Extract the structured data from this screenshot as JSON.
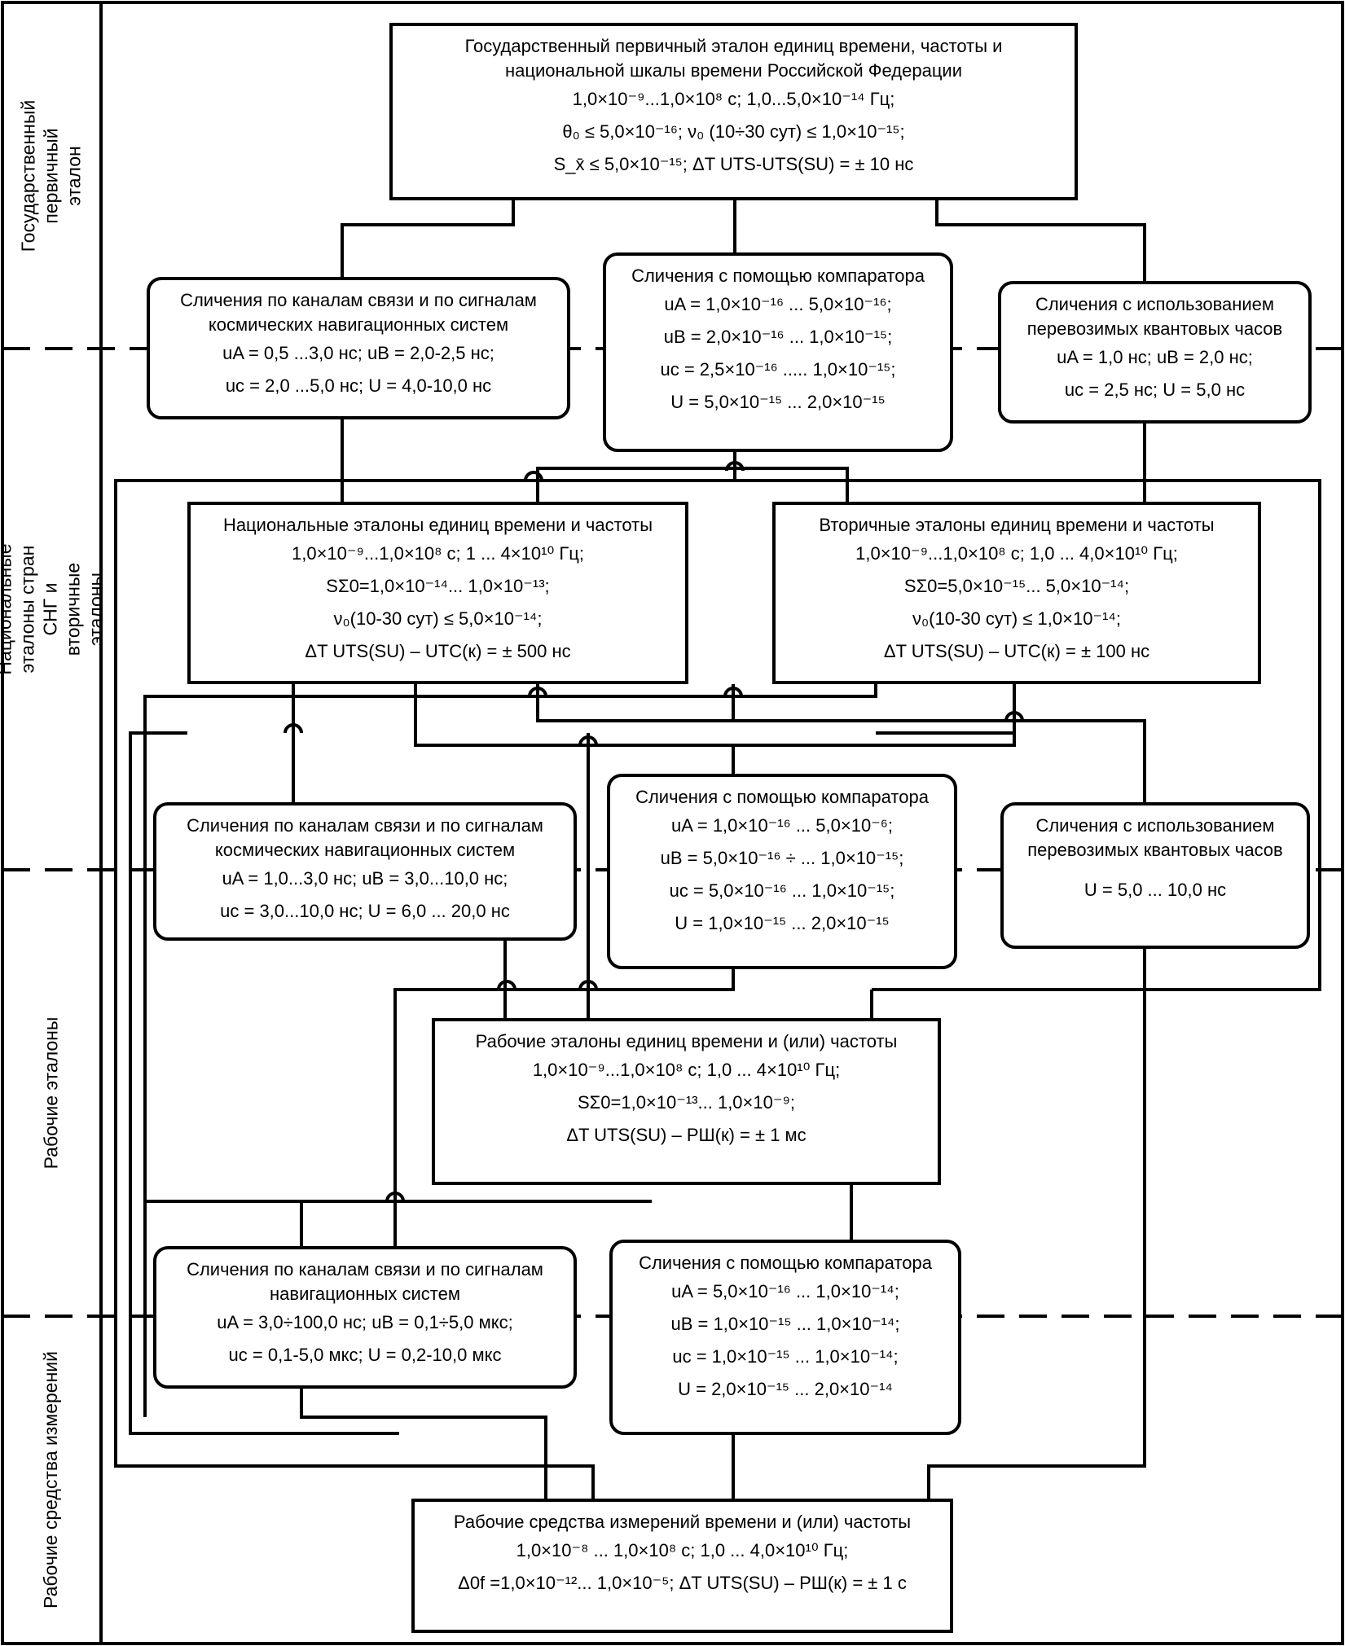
{
  "levels": [
    "Государственный первичный эталон",
    "Национальные эталоны стран СНГ и вторичные эталоны",
    "Рабочие эталоны",
    "Рабочие средства измерений"
  ],
  "boxes": {
    "primary": {
      "title": "Государственный первичный эталон единиц времени, частоты и национальной шкалы времени Российской Федерации",
      "lines": [
        "1,0×10⁻⁹...1,0×10⁸ с; 1,0...5,0×10⁻¹⁴ Гц;",
        "θ₀ ≤ 5,0×10⁻¹⁶; ν₀ (10÷30 сут) ≤ 1,0×10⁻¹⁵;",
        "S_x̄ ≤ 5,0×10⁻¹⁵; ΔT UTS-UTS(SU) = ± 10 нс"
      ]
    },
    "l1_comm": {
      "title": "Сличения по каналам связи и по сигналам космических навигационных систем",
      "lines": [
        "uA = 0,5 ...3,0 нс; uB = 2,0-2,5 нс;",
        "uc = 2,0 ...5,0 нс; U = 4,0-10,0 нс"
      ]
    },
    "l1_comp": {
      "title": "Сличения с помощью компаратора",
      "lines": [
        "uA = 1,0×10⁻¹⁶ ... 5,0×10⁻¹⁶;",
        "uB = 2,0×10⁻¹⁶ ... 1,0×10⁻¹⁵;",
        "uc = 2,5×10⁻¹⁶ ..... 1,0×10⁻¹⁵;",
        "U = 5,0×10⁻¹⁵ ... 2,0×10⁻¹⁵"
      ]
    },
    "l1_clock": {
      "title": "Сличения с использованием перевозимых квантовых часов",
      "lines": [
        "uA = 1,0 нс; uB = 2,0 нс;",
        "uc = 2,5 нс; U = 5,0 нс"
      ]
    },
    "national": {
      "title": "Национальные эталоны единиц времени и частоты",
      "lines": [
        "1,0×10⁻⁹...1,0×10⁸ с; 1 ... 4×10¹⁰ Гц;",
        "SΣ0=1,0×10⁻¹⁴... 1,0×10⁻¹³;",
        "ν₀(10-30 сут) ≤ 5,0×10⁻¹⁴;",
        "ΔT UTS(SU) – UTC(к) = ± 500 нс"
      ]
    },
    "secondary": {
      "title": "Вторичные эталоны единиц времени и частоты",
      "lines": [
        "1,0×10⁻⁹...1,0×10⁸ с; 1,0 ... 4,0×10¹⁰ Гц;",
        "SΣ0=5,0×10⁻¹⁵... 5,0×10⁻¹⁴;",
        "ν₀(10-30 сут) ≤ 1,0×10⁻¹⁴;",
        "ΔT UTS(SU) – UTC(к) = ± 100 нс"
      ]
    },
    "l2_comm": {
      "title": "Сличения по каналам связи и по сигналам космических навигационных систем",
      "lines": [
        "uA = 1,0...3,0 нс; uB = 3,0...10,0 нс;",
        "uc = 3,0...10,0 нс; U = 6,0 ... 20,0 нс"
      ]
    },
    "l2_comp": {
      "title": "Сличения с помощью компаратора",
      "lines": [
        "uA = 1,0×10⁻¹⁶ ... 5,0×10⁻⁶;",
        "uB = 5,0×10⁻¹⁶ ÷ ... 1,0×10⁻¹⁵;",
        "uc = 5,0×10⁻¹⁶ ... 1,0×10⁻¹⁵;",
        "U = 1,0×10⁻¹⁵ ... 2,0×10⁻¹⁵"
      ]
    },
    "l2_clock": {
      "title": "Сличения с использованием перевозимых квантовых часов",
      "lines": [
        "U = 5,0 ... 10,0 нс"
      ]
    },
    "working": {
      "title": "Рабочие эталоны единиц времени и (или) частоты",
      "lines": [
        "1,0×10⁻⁹...1,0×10⁸ с; 1,0 ... 4×10¹⁰ Гц;",
        "SΣ0=1,0×10⁻¹³... 1,0×10⁻⁹;",
        "ΔT UTS(SU) – РШ(к) = ± 1 мс"
      ]
    },
    "l3_comm": {
      "title": "Сличения по каналам связи и по сигналам навигационных систем",
      "lines": [
        "uA = 3,0÷100,0 нс; uB = 0,1÷5,0 мкс;",
        "uc = 0,1-5,0 мкс; U = 0,2-10,0 мкс"
      ]
    },
    "l3_comp": {
      "title": "Сличения с помощью компаратора",
      "lines": [
        "uA = 5,0×10⁻¹⁶ ... 1,0×10⁻¹⁴;",
        "uB = 1,0×10⁻¹⁵ ... 1,0×10⁻¹⁴;",
        "uc = 1,0×10⁻¹⁵ ... 1,0×10⁻¹⁴;",
        "U = 2,0×10⁻¹⁵ ... 2,0×10⁻¹⁴"
      ]
    },
    "instruments": {
      "title": "Рабочие средства измерений времени и (или) частоты",
      "lines": [
        "1,0×10⁻⁸ ... 1,0×10⁸ с; 1,0 ... 4,0×10¹⁰ Гц;",
        "Δ0f =1,0×10⁻¹²... 1,0×10⁻⁵; ΔT UTS(SU) – РШ(к) = ± 1 с"
      ]
    }
  }
}
